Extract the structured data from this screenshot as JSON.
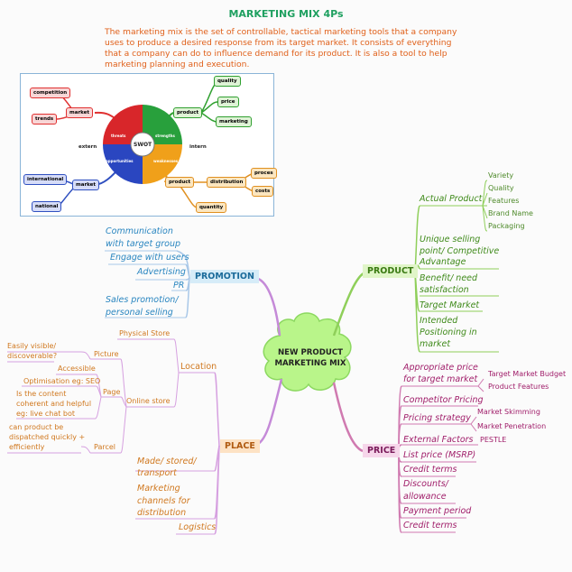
{
  "title": "MARKETING MIX 4Ps",
  "intro": "The marketing mix is the set of controllable, tactical marketing tools that a company uses to produce a desired response from its target market. It consists of everything that a company can do to influence demand for its product. It is also a tool to help marketing planning and execution.",
  "swot": {
    "center": "SWOT",
    "quadrants": {
      "threats": "threats",
      "strengths": "strengths",
      "opportunities": "opportunities",
      "weaknesses": "weaknesses"
    },
    "extern": "extern",
    "intern": "intern",
    "market_top": "market",
    "market_bottom": "market",
    "competition": "competition",
    "trends": "trends",
    "international": "international",
    "national": "national",
    "product_top": "product",
    "quality": "quality",
    "price": "price",
    "marketing": "marketing",
    "product_bottom": "product",
    "distribution": "distribution",
    "quantity": "quantity",
    "proces": "proces",
    "costs": "costs"
  },
  "center": {
    "line1": "NEW PRODUCT",
    "line2": "MARKETING MIX"
  },
  "product": {
    "label": "PRODUCT",
    "actual": "Actual Product",
    "actual_items": [
      "Variety",
      "Quality",
      "Features",
      "Brand Name",
      "Packaging"
    ],
    "usp": [
      "Unique selling",
      "point/ Competitive",
      "Advantage"
    ],
    "benefit": [
      "Benefit/ need",
      "satisfaction"
    ],
    "target": "Target Market",
    "positioning": [
      "Intended",
      "Positioning in",
      "market"
    ]
  },
  "price": {
    "label": "PRICE",
    "appropriate": [
      "Appropriate price",
      "for target market"
    ],
    "appropriate_items": [
      "Target Market Budget",
      "Product Features"
    ],
    "competitor": "Competitor Pricing",
    "strategy": "Pricing strategy",
    "strategy_items": [
      "Market Skimming",
      "Market Penetration"
    ],
    "external": "External Factors",
    "pestle": "PESTLE",
    "list": "List price (MSRP)",
    "credit1": "Credit terms",
    "discounts": [
      "Discounts/",
      "allowance"
    ],
    "payment": "Payment period",
    "credit2": "Credit terms"
  },
  "promotion": {
    "label": "PROMOTION",
    "items": [
      [
        "Communication",
        "with target group"
      ],
      [
        "Engage with users"
      ],
      [
        "Advertising"
      ],
      [
        "PR"
      ],
      [
        "Sales promotion/",
        "personal selling"
      ]
    ]
  },
  "place": {
    "label": "PLACE",
    "location": "Location",
    "physical": "Physical Store",
    "online": "Online store",
    "picture": "Picture",
    "picture_note": [
      "Easily visible/",
      "discoverable?"
    ],
    "page": "Page",
    "accessible": "Accessible",
    "seo": "Optimisation eg: SEO",
    "content_note": [
      "Is the content",
      "coherent and helpful",
      "eg: live chat bot"
    ],
    "parcel": "Parcel",
    "parcel_note": [
      "can product be",
      "dispatched quickly +",
      "efficiently"
    ],
    "made": [
      "Made/ stored/",
      "transport"
    ],
    "channels": [
      "Marketing",
      "channels for",
      "distribution"
    ],
    "logistics": "Logistics"
  },
  "colors": {
    "product": "#6aa832",
    "price": "#b02a78",
    "promotion": "#2f8fc8",
    "place": "#d2781f",
    "center": "#b9f58a"
  }
}
